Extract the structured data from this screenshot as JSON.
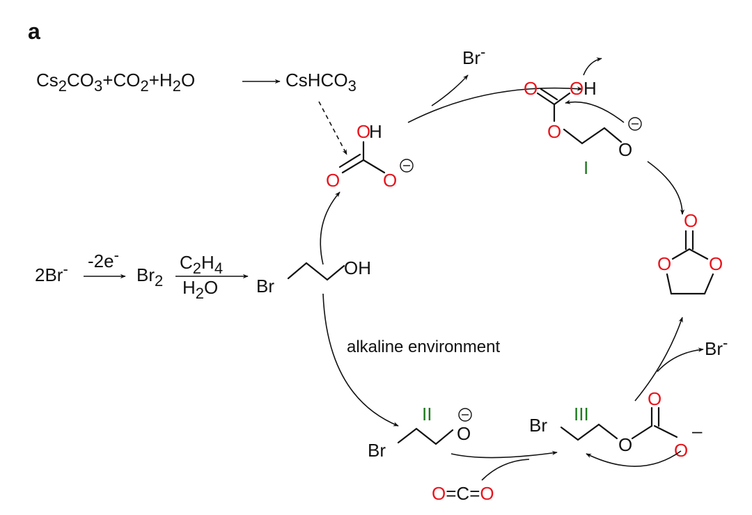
{
  "panel_label": "a",
  "equation_top": {
    "species": [
      "Cs",
      "2",
      "CO",
      "3",
      "+CO",
      "2",
      "+H",
      "2",
      "O"
    ],
    "product": [
      "CsHCO",
      "3"
    ]
  },
  "equation_left": {
    "reactant": [
      "2Br",
      "-"
    ],
    "step1_label": [
      "-2e",
      "-"
    ],
    "intermediate": [
      "Br",
      "2"
    ],
    "step2_top": [
      "C",
      "2",
      "H",
      "4"
    ],
    "step2_bottom": [
      "H",
      "2",
      "O"
    ]
  },
  "bromoethanol": {
    "br": "Br",
    "oh": "OH"
  },
  "bicarbonate": {
    "oh": "OH",
    "o_left": "O",
    "o_right": "O",
    "charge": "−"
  },
  "br_release_top": [
    "Br",
    "-"
  ],
  "intermediate_I": {
    "o_dbl": "O",
    "oh": "OH",
    "o_link": "O",
    "o_term": "O",
    "charge": "−",
    "label": "I"
  },
  "ethylene_carbonate": {
    "o_top": "O",
    "o_left": "O",
    "o_right": "O"
  },
  "condition_label": "alkaline environment",
  "intermediate_II": {
    "label": "II",
    "br": "Br",
    "o": "O",
    "charge": "−"
  },
  "co2": {
    "o1": "O",
    "c": "C",
    "o2": "O",
    "bond1": "=",
    "bond2": "="
  },
  "intermediate_III": {
    "label": "III",
    "br": "Br",
    "o_link": "O",
    "o_top": "O",
    "o_right": "O",
    "charge": "–"
  },
  "br_release_right": [
    "Br",
    "-"
  ]
}
